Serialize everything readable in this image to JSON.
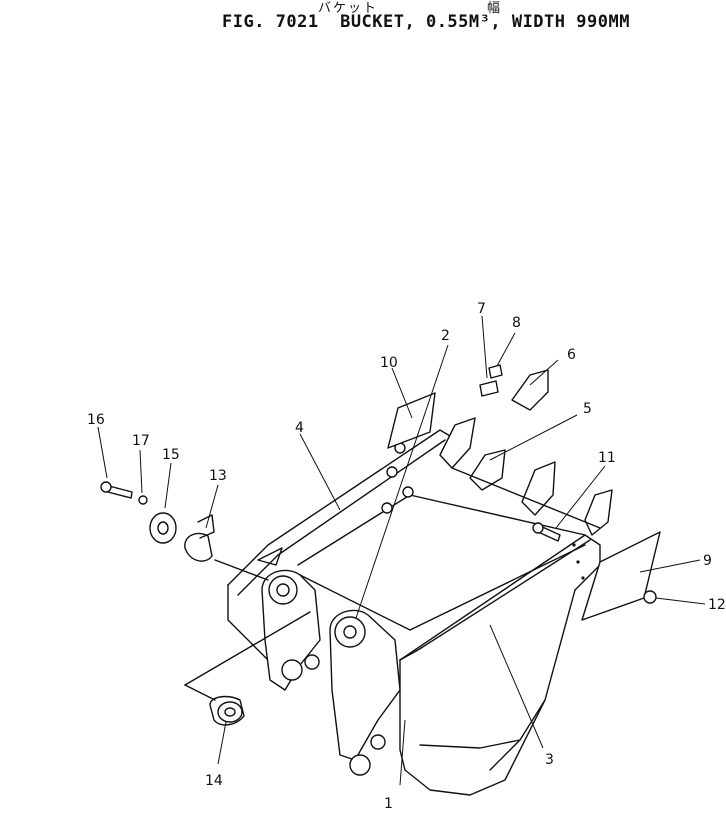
{
  "header": {
    "jp_bucket": "バケット",
    "jp_width": "幅",
    "title": "FIG. 7021  BUCKET, 0.55M³, WIDTH 990MM"
  },
  "callouts": [
    "1",
    "2",
    "3",
    "4",
    "5",
    "6",
    "7",
    "8",
    "9",
    "10",
    "11",
    "12",
    "13",
    "14",
    "15",
    "16",
    "17"
  ]
}
